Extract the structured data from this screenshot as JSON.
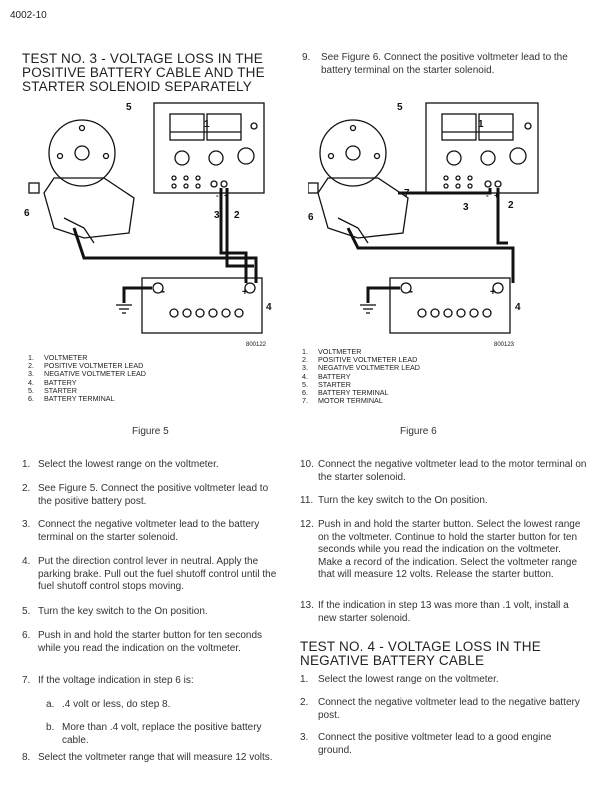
{
  "page_id": "4002-10",
  "test3_heading": "TEST NO. 3 - VOLTAGE LOSS IN THE POSITIVE BATTERY CABLE AND THE STARTER SOLENOID SEPARATELY",
  "test4_heading": "TEST NO. 4 - VOLTAGE LOSS IN THE NEGATIVE BATTERY CABLE",
  "figure5": {
    "caption": "Figure 5",
    "code": "800122",
    "callouts": [
      "1",
      "2",
      "3",
      "4",
      "5",
      "6"
    ],
    "battery_minus": "-",
    "battery_plus": "+",
    "meter_minus": "-",
    "meter_plus": "+",
    "legend": [
      {
        "n": "1.",
        "t": "VOLTMETER"
      },
      {
        "n": "2.",
        "t": "POSITIVE VOLTMETER LEAD"
      },
      {
        "n": "3.",
        "t": "NEGATIVE VOLTMETER LEAD"
      },
      {
        "n": "4.",
        "t": "BATTERY"
      },
      {
        "n": "5.",
        "t": "STARTER"
      },
      {
        "n": "6.",
        "t": "BATTERY TERMINAL"
      }
    ]
  },
  "figure6": {
    "caption": "Figure 6",
    "code": "800123",
    "callouts": [
      "1",
      "2",
      "3",
      "4",
      "5",
      "6",
      "7"
    ],
    "battery_minus": "-",
    "battery_plus": "+",
    "meter_minus": "-",
    "meter_plus": "+",
    "legend": [
      {
        "n": "1.",
        "t": "VOLTMETER"
      },
      {
        "n": "2.",
        "t": "POSITIVE VOLTMETER LEAD"
      },
      {
        "n": "3.",
        "t": "NEGATIVE VOLTMETER LEAD"
      },
      {
        "n": "4.",
        "t": "BATTERY"
      },
      {
        "n": "5.",
        "t": "STARTER"
      },
      {
        "n": "6.",
        "t": "BATTERY TERMINAL"
      },
      {
        "n": "7.",
        "t": "MOTOR TERMINAL"
      }
    ]
  },
  "right_top_step": {
    "n": "9.",
    "t": "See Figure 6. Connect the positive voltmeter lead to the battery terminal on the starter solenoid."
  },
  "left_steps": [
    {
      "n": "1.",
      "t": "Select the lowest range on the voltmeter."
    },
    {
      "n": "2.",
      "t": "See Figure 5. Connect the positive voltmeter lead to the positive battery post."
    },
    {
      "n": "3.",
      "t": "Connect the negative voltmeter lead to the battery terminal on the starter solenoid."
    },
    {
      "n": "4.",
      "t": "Put the direction control lever in neutral. Apply the parking brake. Pull out the fuel shutoff control until the fuel shutoff control stops moving."
    },
    {
      "n": "5.",
      "t": "Turn the key switch to the On position."
    },
    {
      "n": "6.",
      "t": "Push in and hold the starter button for ten seconds while you read the indication on the voltmeter."
    },
    {
      "n": "7.",
      "t": "If the voltage indication in step 6 is:"
    },
    {
      "n": "8.",
      "t": "Select the voltmeter range that will measure 12 volts."
    }
  ],
  "sub_steps": [
    {
      "n": "a.",
      "t": ".4 volt or less, do step 8."
    },
    {
      "n": "b.",
      "t": "More than .4 volt, replace the positive battery cable."
    }
  ],
  "right_steps": [
    {
      "n": "10.",
      "t": "Connect the negative voltmeter lead to the motor terminal on the starter solenoid."
    },
    {
      "n": "11.",
      "t": "Turn the key switch to the On position."
    },
    {
      "n": "12.",
      "t": "Push in and hold the starter button. Select the lowest range on the voltmeter. Continue to hold the starter button for ten seconds while you read the indication on the voltmeter. Make a record of the indication. Select the voltmeter range that will measure 12 volts. Release the starter button."
    },
    {
      "n": "13.",
      "t": "If the indication in step 13 was more than .1 volt, install a new starter solenoid."
    }
  ],
  "test4_steps": [
    {
      "n": "1.",
      "t": "Select the lowest range on the voltmeter."
    },
    {
      "n": "2.",
      "t": "Connect the negative voltmeter lead to the negative battery post."
    },
    {
      "n": "3.",
      "t": "Connect the positive voltmeter lead to a good engine ground."
    }
  ]
}
